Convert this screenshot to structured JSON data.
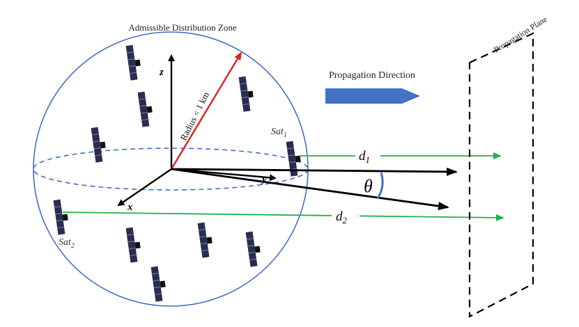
{
  "labels": {
    "zone_title": "Admissible Distribution Zone",
    "propagation_direction": "Propagation Direction",
    "propagation_plane": "Propagation Plane",
    "radius": "Radius < 1 km",
    "axis_z": "z",
    "axis_x": "x",
    "axis_y": "y",
    "theta": "θ",
    "sat1_base": "Sat",
    "sat1_sub": "1",
    "sat2_base": "Sat",
    "sat2_sub": "2",
    "d1_base": "d",
    "d1_sub": "1",
    "d2_base": "d",
    "d2_sub": "2"
  },
  "colors": {
    "sphere": "#3f6fc4",
    "radius_arrow": "#e02020",
    "ranging_lines": "#22b14c",
    "direction_arrow_fill": "#4472c4",
    "theta_arc": "#3f6fc4",
    "axes": "#000000",
    "plane": "#000000"
  }
}
